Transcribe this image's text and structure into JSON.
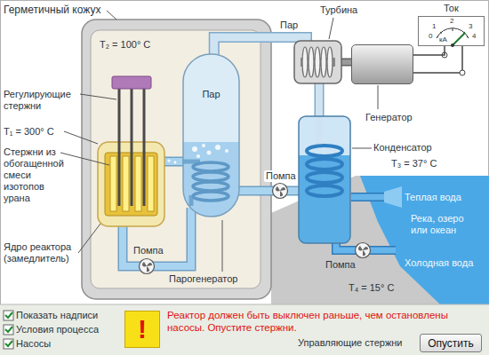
{
  "diagram": {
    "nodes": [
      {
        "text": [
          "Пар"
        ]
      },
      {
        "text": [
          "Турбина"
        ]
      },
      {
        "text": [
          "Генератор"
        ]
      },
      {
        "text": [
          "Конденсатор"
        ]
      },
      {
        "text": [
          "Ток",
          "0",
          "1",
          "2",
          "3",
          "4",
          "кА"
        ]
      },
      {
        "text": [
          "!"
        ]
      },
      {
        "text": [
          "Опустить"
        ]
      }
    ],
    "edges": [
      {
        "from": 0,
        "to": 1,
        "arrow": "none",
        "label": "Пар"
      },
      {
        "from": 1,
        "to": 2,
        "arrow": "none"
      },
      {
        "from": 1,
        "to": 3,
        "arrow": "none"
      },
      {
        "from": 3,
        "to": 0,
        "arrow": "none"
      },
      {
        "from": 2,
        "to": 4,
        "arrow": "none"
      }
    ],
    "labels": [
      "Герметичный кожух",
      "T₂ = 100° C",
      "Регулирующие стержни",
      "T₁ = 300° C",
      "Стержни из обогащенной смеси изотопов урана",
      "Ядро реактора (замедлитель)",
      "Помпа",
      "Парогенератор",
      "Помпа",
      "T₃ = 37° C",
      "Теплая вода",
      "Река, озеро или океан",
      "Холодная вода",
      "Помпа",
      "T₄ = 15° C",
      "Показать надписи",
      "Условия процесса",
      "Насосы",
      "Реактор должен быть выключен раньше, чем остановлены насосы. Опустите стержни.",
      "Управляющие стержни"
    ]
  }
}
